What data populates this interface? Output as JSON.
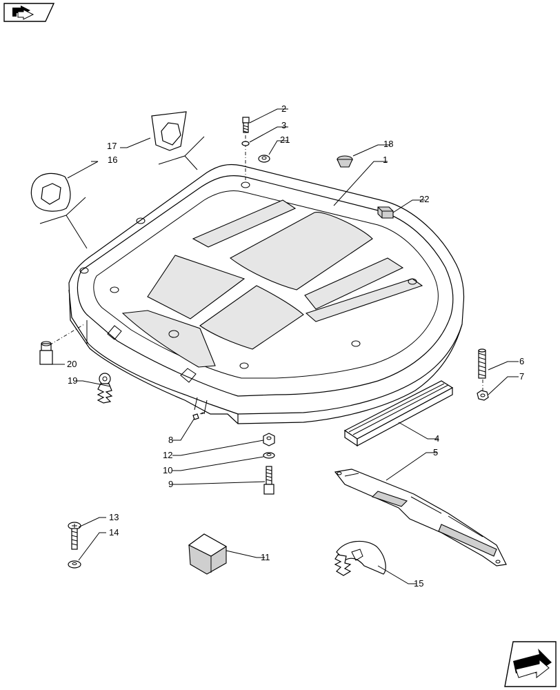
{
  "callouts": [
    {
      "id": "c1",
      "text": "1"
    },
    {
      "id": "c2",
      "text": "2"
    },
    {
      "id": "c3",
      "text": "3"
    },
    {
      "id": "c4",
      "text": "4"
    },
    {
      "id": "c5",
      "text": "5"
    },
    {
      "id": "c6",
      "text": "6"
    },
    {
      "id": "c7",
      "text": "7"
    },
    {
      "id": "c8",
      "text": "8"
    },
    {
      "id": "c9",
      "text": "9"
    },
    {
      "id": "c10",
      "text": "10"
    },
    {
      "id": "c11",
      "text": "11"
    },
    {
      "id": "c12",
      "text": "12"
    },
    {
      "id": "c13",
      "text": "13"
    },
    {
      "id": "c14",
      "text": "14"
    },
    {
      "id": "c15",
      "text": "15"
    },
    {
      "id": "c16",
      "text": "16"
    },
    {
      "id": "c17",
      "text": "17"
    },
    {
      "id": "c18",
      "text": "18"
    },
    {
      "id": "c19",
      "text": "19"
    },
    {
      "id": "c20",
      "text": "20"
    },
    {
      "id": "c21",
      "text": "21"
    },
    {
      "id": "c22",
      "text": "22"
    }
  ],
  "icons": {
    "top_left": "back-arrow-icon",
    "bottom_right": "next-page-arrow-icon"
  }
}
